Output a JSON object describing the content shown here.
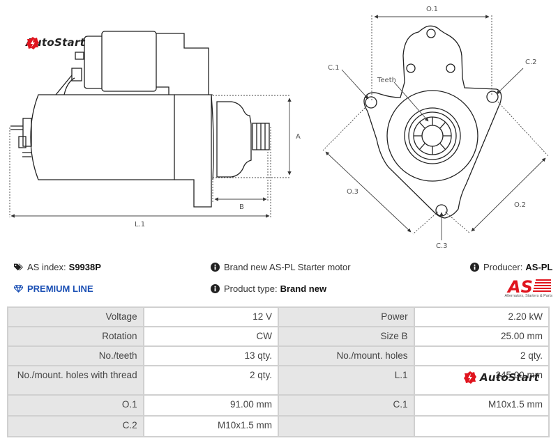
{
  "watermark": {
    "brand": "AutoStart"
  },
  "diagram": {
    "side_view_labels": {
      "a": "A",
      "b": "B",
      "l1": "L.1"
    },
    "front_view_labels": {
      "o1": "O.1",
      "o2": "O.2",
      "o3": "O.3",
      "c1": "C.1",
      "c2": "C.2",
      "c3": "C.3",
      "teeth": "Teeth"
    }
  },
  "info": {
    "as_index_label": "AS index:",
    "as_index_value": "S9938P",
    "premium_label": "PREMIUM LINE",
    "description": "Brand new AS-PL Starter motor",
    "product_type_label": "Product type:",
    "product_type_value": "Brand new",
    "producer_label": "Producer:",
    "producer_value": "AS-PL",
    "producer_logo_text": "AS",
    "producer_tagline": "Alternators, Starters & Parts",
    "accent_color": "#1a4fb4",
    "logo_color": "#e0141e"
  },
  "specs": {
    "rows": [
      {
        "k1": "Voltage",
        "v1": "12 V",
        "k2": "Power",
        "v2": "2.20 kW"
      },
      {
        "k1": "Rotation",
        "v1": "CW",
        "k2": "Size B",
        "v2": "25.00 mm"
      },
      {
        "k1": "No./teeth",
        "v1": "13 qty.",
        "k2": "No./mount. holes",
        "v2": "2 qty."
      },
      {
        "k1": "No./mount. holes with thread",
        "v1": "2 qty.",
        "k2": "L.1",
        "v2": "245.00 mm"
      },
      {
        "k1": "O.1",
        "v1": "91.00 mm",
        "k2": "C.1",
        "v2": "M10x1.5 mm"
      },
      {
        "k1": "C.2",
        "v1": "M10x1.5 mm",
        "k2": "",
        "v2": ""
      }
    ]
  }
}
